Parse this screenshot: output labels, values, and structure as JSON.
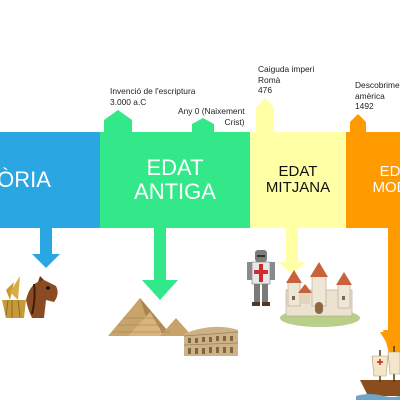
{
  "periods": [
    {
      "id": "prehistory",
      "label": "ÒRIA",
      "color": "#2aa6e3"
    },
    {
      "id": "ancient",
      "label_line1": "EDAT",
      "label_line2": "ANTIGA",
      "color": "#33e889"
    },
    {
      "id": "medieval",
      "label_line1": "EDAT",
      "label_line2": "MITJANA",
      "color": "#ffffa6"
    },
    {
      "id": "modern",
      "label_line1": "EDA",
      "label_line2": "MODE",
      "color": "#ff9a00"
    }
  ],
  "events": {
    "writing": {
      "line1": "Invenció  de  l'escriptura",
      "line2": "3.000 a.C"
    },
    "year_zero": {
      "line1": "Any 0 (Naixement",
      "line2": "Crist)"
    },
    "rome": {
      "line1": "Caiguda  imperi",
      "line2": "Romà",
      "line3": "476"
    },
    "america": {
      "line1": "Descobrime",
      "line2": "amèrica",
      "line3": "1492"
    }
  },
  "icons": [
    "horse-and-wheat-icon",
    "pyramids-icon",
    "colosseum-icon",
    "knight-icon",
    "castle-icon",
    "ship-icon"
  ]
}
